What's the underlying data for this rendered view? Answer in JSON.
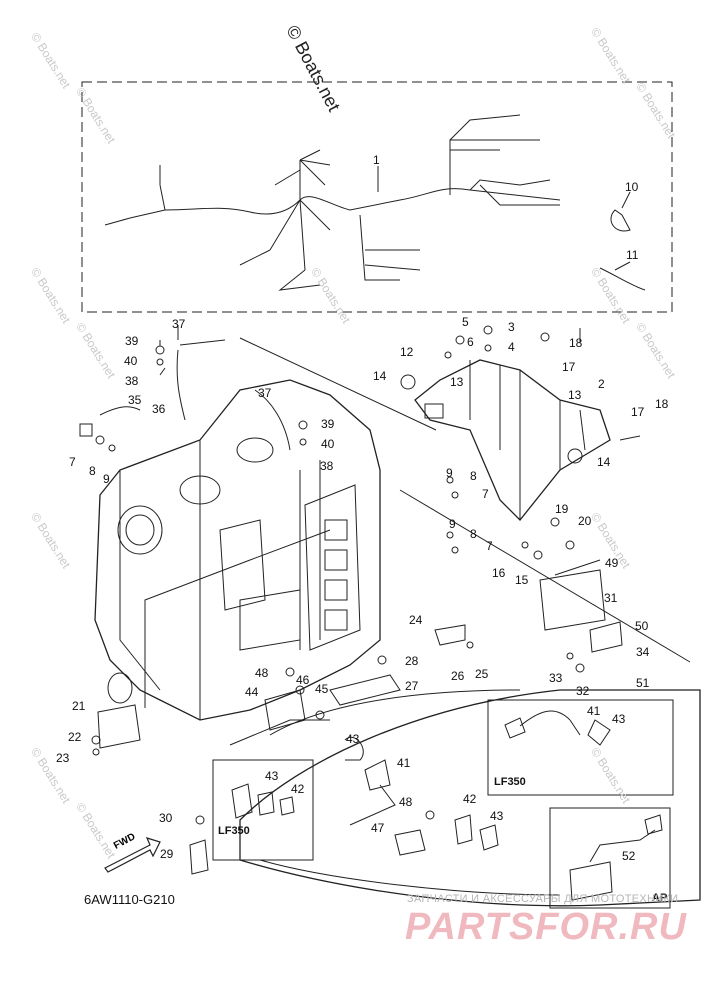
{
  "copyright": "© Boats.net",
  "watermark": "© Boats.net",
  "diagram_code": "6AW1110-G210",
  "fwd_label": "FWD",
  "variants": {
    "lf350": "LF350",
    "ap": "AP"
  },
  "site_tagline": "ЗАПЧАСТИ И АКСЕССУАРЫ ДЛЯ МОТОТЕХНИКИ",
  "site_logo": "PARTSFOR.RU",
  "callouts": [
    "1",
    "2",
    "3",
    "4",
    "5",
    "6",
    "7",
    "8",
    "9",
    "10",
    "11",
    "12",
    "13",
    "14",
    "15",
    "16",
    "17",
    "18",
    "19",
    "20",
    "21",
    "22",
    "23",
    "24",
    "25",
    "26",
    "27",
    "28",
    "29",
    "30",
    "31",
    "32",
    "33",
    "34",
    "35",
    "36",
    "37",
    "38",
    "39",
    "40",
    "41",
    "42",
    "43",
    "44",
    "45",
    "46",
    "47",
    "48",
    "49",
    "50",
    "51",
    "52"
  ]
}
